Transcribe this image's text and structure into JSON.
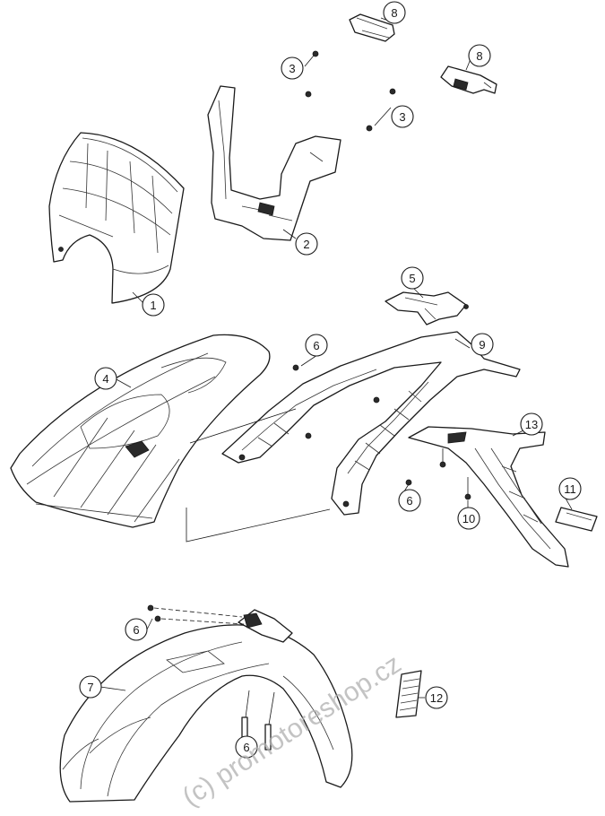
{
  "callouts": [
    {
      "id": "c8a",
      "label": "8"
    },
    {
      "id": "c8b",
      "label": "8"
    },
    {
      "id": "c3a",
      "label": "3"
    },
    {
      "id": "c3b",
      "label": "3"
    },
    {
      "id": "c1",
      "label": "1"
    },
    {
      "id": "c2",
      "label": "2"
    },
    {
      "id": "c5",
      "label": "5"
    },
    {
      "id": "c4",
      "label": "4"
    },
    {
      "id": "c6a",
      "label": "6"
    },
    {
      "id": "c9",
      "label": "9"
    },
    {
      "id": "c13",
      "label": "13"
    },
    {
      "id": "c11",
      "label": "11"
    },
    {
      "id": "c6b",
      "label": "6"
    },
    {
      "id": "c10",
      "label": "10"
    },
    {
      "id": "c6c",
      "label": "6"
    },
    {
      "id": "c7",
      "label": "7"
    },
    {
      "id": "c12",
      "label": "12"
    },
    {
      "id": "c6d",
      "label": "6"
    }
  ],
  "watermark": "(c) promotoreshop.cz"
}
